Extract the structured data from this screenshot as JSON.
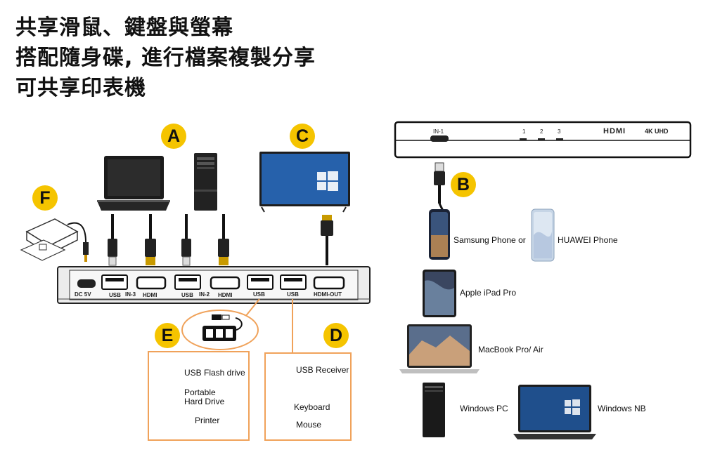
{
  "headline": {
    "line1": "共享滑鼠、鍵盤與螢幕",
    "line2": "搭配隨身碟, 進行檔案複製分享",
    "line3": "可共享印表機"
  },
  "badges": {
    "a": "A",
    "b": "B",
    "c": "C",
    "d": "D",
    "e": "E",
    "f": "F"
  },
  "hub_ports": {
    "dc": "DC 5V",
    "usb3": "USB",
    "in3": "IN-3",
    "hdmi3": "HDMI",
    "usb2": "USB",
    "in2": "IN-2",
    "hdmi2": "HDMI",
    "usb_a": "USB",
    "usb_b": "USB",
    "hdmi_out": "HDMI-OUT"
  },
  "front_panel": {
    "in1": "IN-1",
    "led1": "1",
    "led2": "2",
    "led3": "3",
    "hdmi_logo": "HDMI",
    "uhd_logo": "4K UHD"
  },
  "box_e": {
    "flash": "USB Flash drive",
    "hdd": "Portable\nHard Drive",
    "printer": "Printer"
  },
  "box_d": {
    "receiver": "USB Receiver",
    "keyboard": "Keyboard",
    "mouse": "Mouse"
  },
  "right_devices": {
    "samsung": "Samsung Phone or",
    "huawei": "HUAWEI Phone",
    "ipad": "Apple iPad Pro",
    "macbook": "MacBook Pro/ Air",
    "winpc": "Windows PC",
    "winnb": "Windows NB"
  },
  "colors": {
    "badge": "#f5c400",
    "callout": "#f0a25a",
    "cable": "#111111"
  }
}
